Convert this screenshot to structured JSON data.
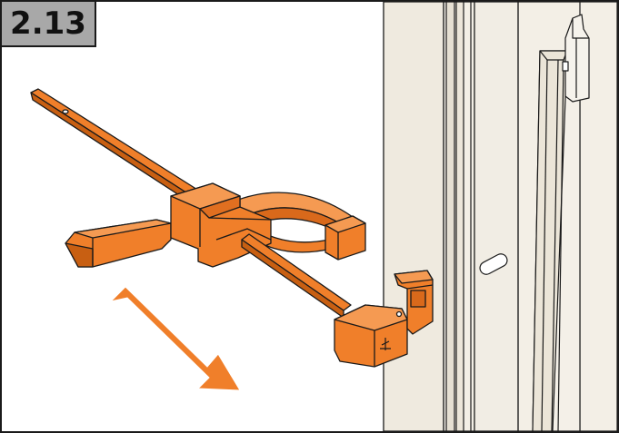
{
  "step": {
    "number": "2.13"
  },
  "illustration": {
    "subject": "orange-door-alignment-clamp",
    "colors": {
      "clamp_main": "#f07f2a",
      "clamp_dark": "#c85f12",
      "clamp_light": "#f59a52",
      "outline": "#1a1a1a",
      "wall": "#f1ede4",
      "wall_shade": "#e2dccf",
      "frame_background": "#ffffff",
      "badge_background": "#a8a8a8"
    },
    "icons": [
      "removal-arrow-icon",
      "door-frame",
      "wall-slot",
      "clamp-tool"
    ]
  }
}
